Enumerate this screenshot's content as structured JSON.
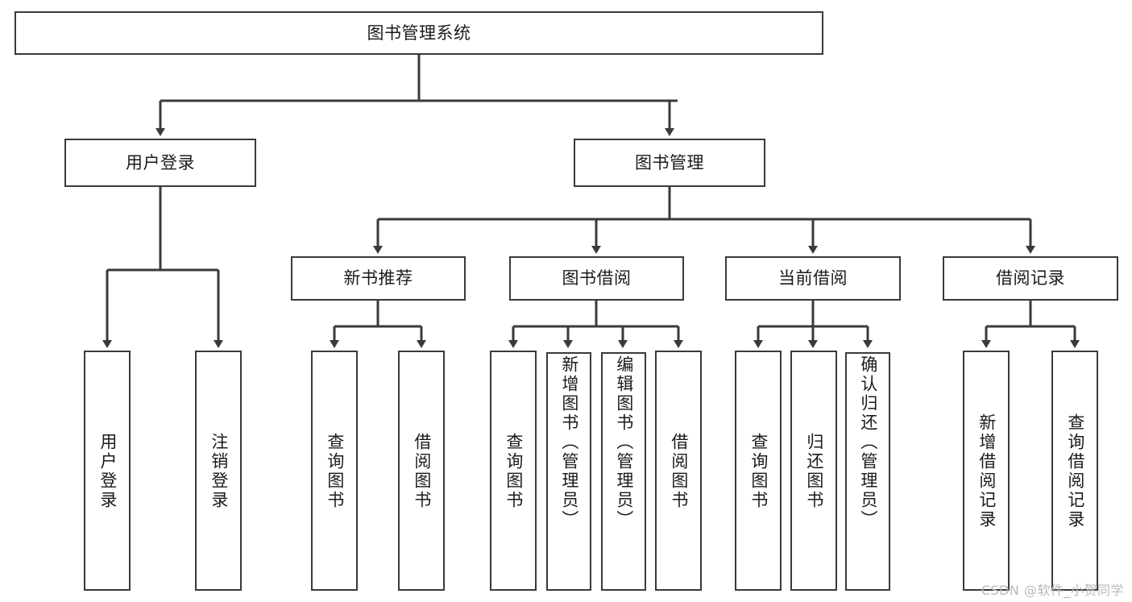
{
  "diagram": {
    "title": "图书管理系统",
    "watermark": "CSDN @软件_小贺同学",
    "stroke_color": "#3a3a3a",
    "text_color": "#1b1b1b",
    "background_color": "#ffffff",
    "watermark_color": "#b9b9b9"
  },
  "nodes": {
    "root": {
      "label": "图书管理系统"
    },
    "level2": [
      {
        "label": "用户登录"
      },
      {
        "label": "图书管理"
      }
    ],
    "level3": [
      {
        "label": "新书推荐"
      },
      {
        "label": "图书借阅"
      },
      {
        "label": "当前借阅"
      },
      {
        "label": "借阅记录"
      }
    ],
    "leaves": {
      "user_login": [
        {
          "label": "用户登录"
        },
        {
          "label": "注销登录"
        }
      ],
      "new_book_rec": [
        {
          "label": "查询图书"
        },
        {
          "label": "借阅图书"
        }
      ],
      "book_borrow": [
        {
          "label": "查询图书"
        },
        {
          "label": "新增图书（管理员）"
        },
        {
          "label": "编辑图书（管理员）"
        },
        {
          "label": "借阅图书"
        }
      ],
      "current_borrow": [
        {
          "label": "查询图书"
        },
        {
          "label": "归还图书"
        },
        {
          "label": "确认归还（管理员）"
        }
      ],
      "borrow_record": [
        {
          "label": "新增借阅记录"
        },
        {
          "label": "查询借阅记录"
        }
      ]
    }
  }
}
